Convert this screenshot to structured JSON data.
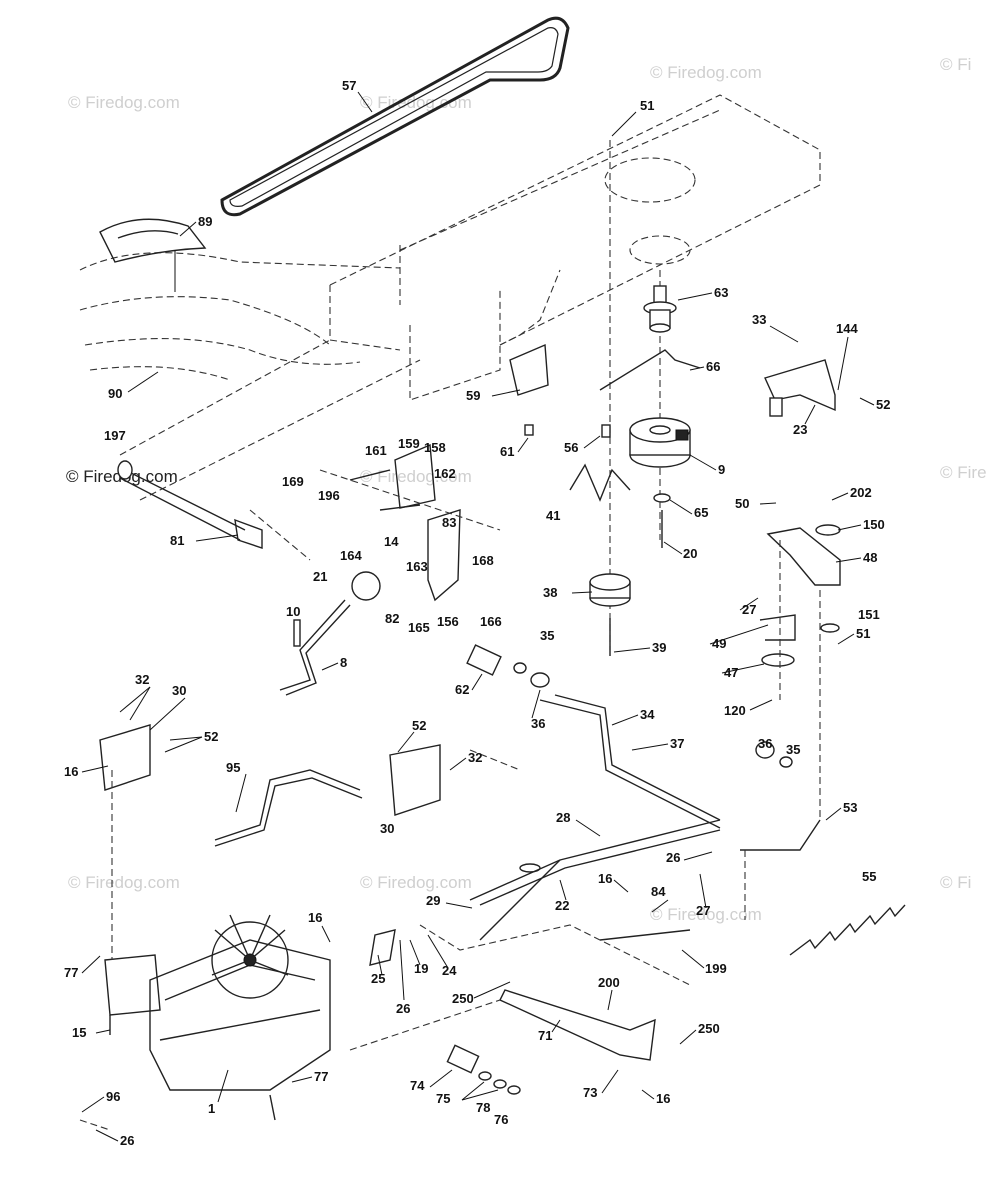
{
  "watermarks": [
    "© Firedog.com",
    "© Firedog.com",
    "© Fi",
    "© Firedog.com",
    "© Firedog.com",
    "© Fire",
    "© Firedog.com",
    "© Firedog.com",
    "© Firedog.com",
    "© Fi",
    "© Firedog.com"
  ],
  "parts": [
    "57",
    "51",
    "89",
    "63",
    "66",
    "33",
    "144",
    "52",
    "90",
    "59",
    "23",
    "197",
    "56",
    "61",
    "161",
    "159",
    "158",
    "169",
    "162",
    "196",
    "9",
    "41",
    "65",
    "50",
    "202",
    "150",
    "81",
    "164",
    "14",
    "163",
    "83",
    "20",
    "48",
    "168",
    "21",
    "38",
    "27",
    "82",
    "10",
    "165",
    "156",
    "166",
    "151",
    "35",
    "39",
    "49",
    "51",
    "8",
    "47",
    "62",
    "36",
    "32",
    "30",
    "52",
    "34",
    "120",
    "16",
    "37",
    "52",
    "32",
    "36",
    "35",
    "95",
    "30",
    "53",
    "28",
    "26",
    "55",
    "16",
    "29",
    "22",
    "27",
    "84",
    "16",
    "77",
    "25",
    "26",
    "19",
    "24",
    "199",
    "200",
    "250",
    "15",
    "71",
    "250",
    "77",
    "74",
    "73",
    "16",
    "96",
    "75",
    "78",
    "76",
    "1",
    "26"
  ],
  "colors": {
    "ink": "#222222",
    "watermark": "#cfcfcf"
  }
}
